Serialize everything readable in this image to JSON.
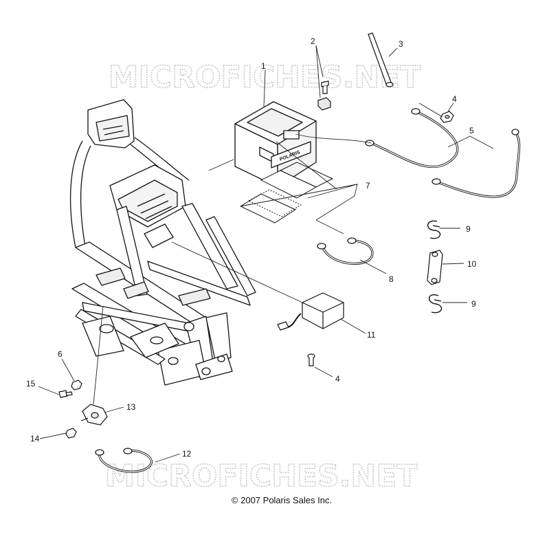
{
  "watermark": {
    "top": "MICROFICHES.NET",
    "bottom": "MICROFICHES.NET"
  },
  "copyright": "© 2007 Polaris Sales Inc.",
  "battery": {
    "brand": "POLARIS"
  },
  "callouts": {
    "c1": "1",
    "c2": "2",
    "c3": "3",
    "c4a": "4",
    "c4b": "4",
    "c5": "5",
    "c6": "6",
    "c7": "7",
    "c8": "8",
    "c9a": "9",
    "c9b": "9",
    "c10": "10",
    "c11": "11",
    "c12": "12",
    "c13": "13",
    "c14": "14",
    "c15": "15"
  }
}
